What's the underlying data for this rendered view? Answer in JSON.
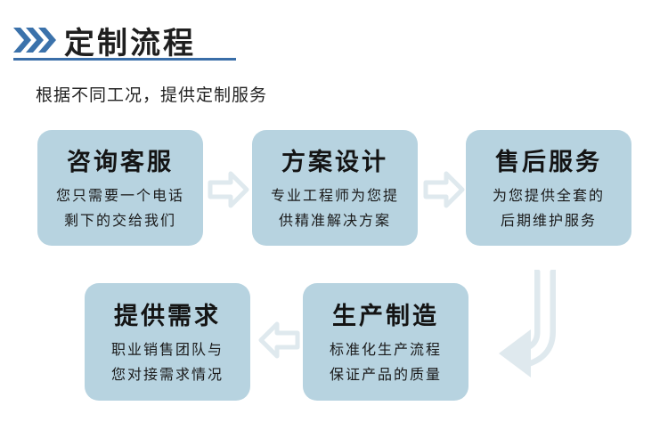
{
  "header": {
    "title": "定制流程",
    "subtitle": "根据不同工况，提供定制服务"
  },
  "flow": {
    "steps": [
      {
        "id": "consult",
        "title": "咨询客服",
        "desc_line1": "您只需要一个电话",
        "desc_line2": "剩下的交给我们"
      },
      {
        "id": "design",
        "title": "方案设计",
        "desc_line1": "专业工程师为您提",
        "desc_line2": "供精准解决方案"
      },
      {
        "id": "after-sales",
        "title": "售后服务",
        "desc_line1": "为您提供全套的",
        "desc_line2": "后期维护服务"
      },
      {
        "id": "requirements",
        "title": "提供需求",
        "desc_line1": "职业销售团队与",
        "desc_line2": "您对接需求情况"
      },
      {
        "id": "manufacture",
        "title": "生产制造",
        "desc_line1": "标准化生产流程",
        "desc_line2": "保证产品的质量"
      }
    ]
  },
  "theme": {
    "accent_blue": "#3b72ab",
    "underline_blue": "#3a6ea8",
    "box_fill": "#b7d3e0",
    "arrow_fill": "#dfe9ee",
    "text_dark": "#1c1c1c"
  }
}
